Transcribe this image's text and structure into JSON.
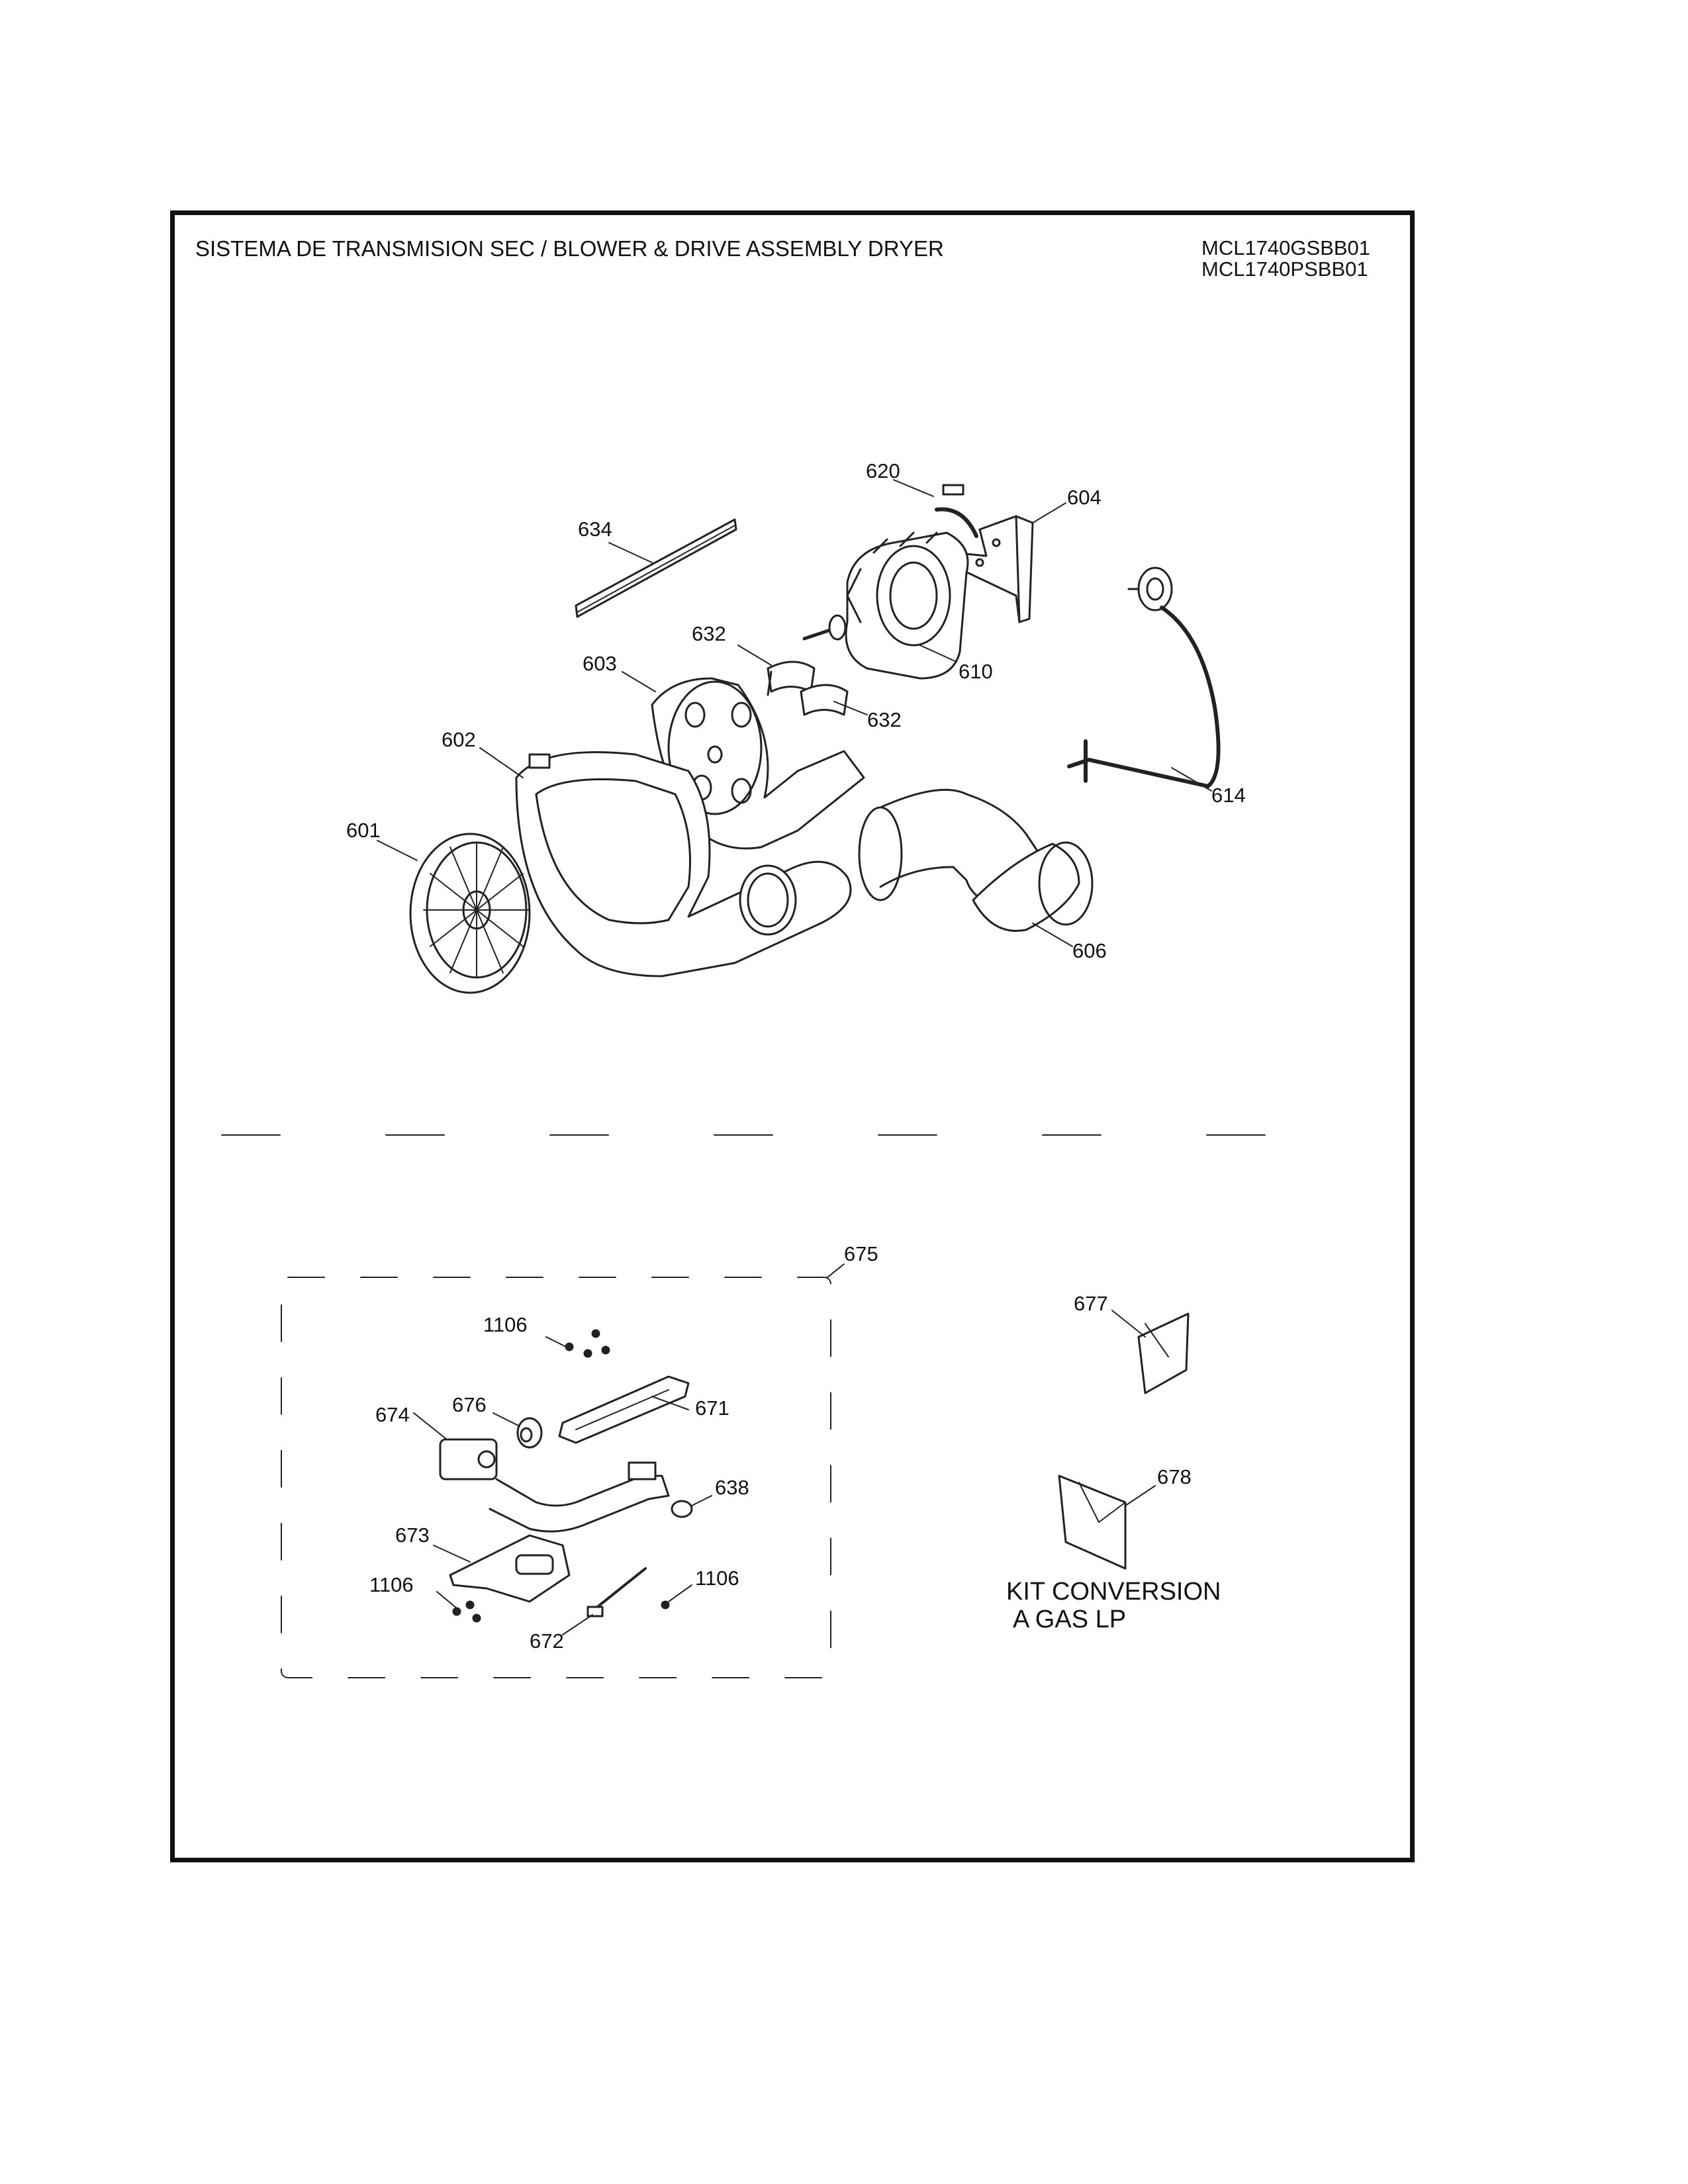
{
  "header": {
    "title": "SISTEMA DE TRANSMISION SEC / BLOWER & DRIVE ASSEMBLY DRYER",
    "models": [
      "MCL1740GSBB01",
      "MCL1740PSBB01"
    ]
  },
  "parts": {
    "p601": "601",
    "p602": "602",
    "p603": "603",
    "p604": "604",
    "p606": "606",
    "p610": "610",
    "p614": "614",
    "p620": "620",
    "p632a": "632",
    "p632b": "632",
    "p634": "634",
    "p638": "638",
    "p671": "671",
    "p672": "672",
    "p673": "673",
    "p674": "674",
    "p675": "675",
    "p676": "676",
    "p677": "677",
    "p678": "678",
    "p1106a": "1106",
    "p1106b": "1106",
    "p1106c": "1106"
  },
  "kit": {
    "line1": "KIT CONVERSION",
    "line2": "A GAS  LP"
  }
}
